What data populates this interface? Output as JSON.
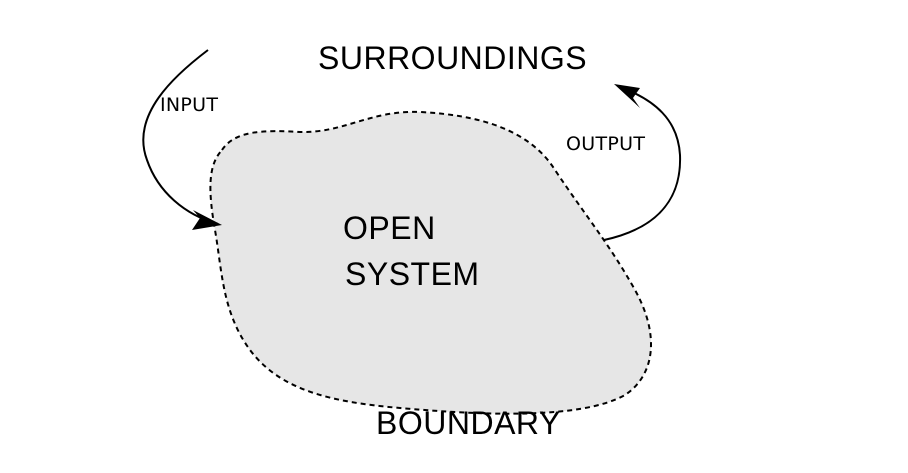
{
  "labels": {
    "surroundings": "SURROUNDINGS",
    "system_line1": "OPEN",
    "system_line2": "SYSTEM",
    "boundary": "BOUNDARY",
    "input": "INPUT",
    "output": "OUTPUT"
  },
  "colors": {
    "system_fill": "#e6e6e6",
    "stroke": "#000000"
  }
}
